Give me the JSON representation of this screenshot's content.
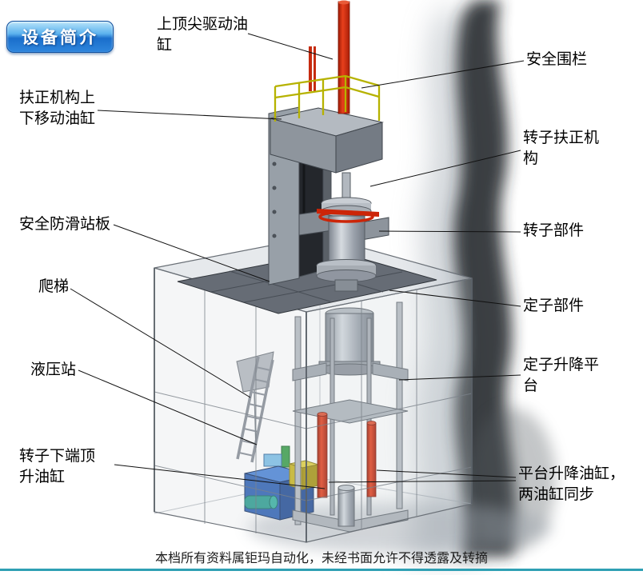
{
  "page": {
    "badge": "设备简介",
    "footer": "本档所有资料属钜玛自动化，未经书面允许不得透露及转摘"
  },
  "labels": {
    "top_tip_cylinder": "上顶尖驱动油\n缸",
    "centering_cylinder": "扶正机构上\n下移动油缸",
    "anti_slip_plate": "安全防滑站板",
    "ladder": "爬梯",
    "hydraulic_station": "液压站",
    "rotor_jack_cylinder": "转子下端顶\n升油缸",
    "safety_fence": "安全围栏",
    "rotor_centering_mechanism": "转子扶正机\n构",
    "rotor_component": "转子部件",
    "stator_component": "定子部件",
    "stator_lift_platform": "定子升降平\n台",
    "platform_lift_cylinders": "平台升降油缸，\n两油缸同步"
  },
  "colors": {
    "badge_blue": "#1a6ecb",
    "cylinder_red": "#cc2508",
    "fence_yellow": "#b6b200",
    "hydraulic_blue": "#2f62b5",
    "platform_gray": "#666c75",
    "bottom_rule_teal": "#2fa0b4"
  }
}
